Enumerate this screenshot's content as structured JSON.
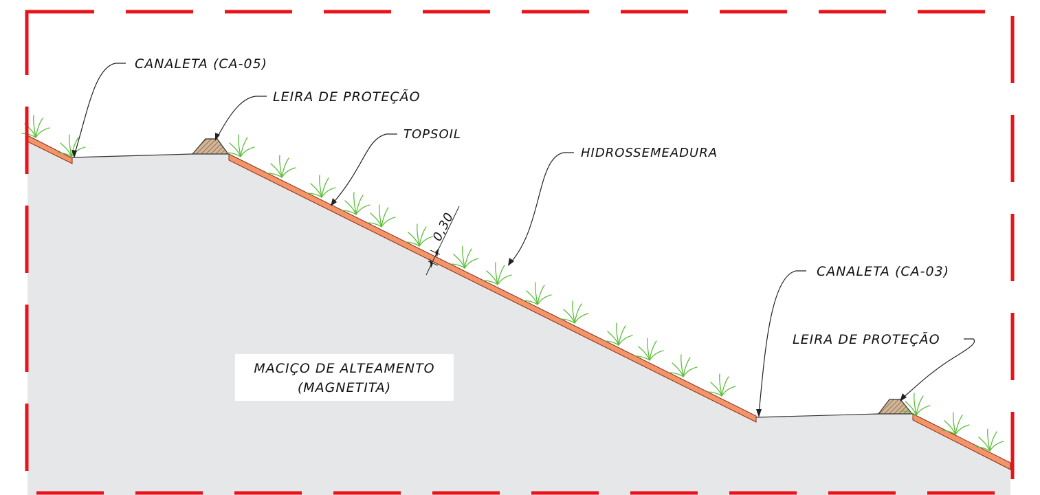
{
  "labels": {
    "canaleta_ca05": "CANALETA (CA-05)",
    "leira_top": "LEIRA DE PROTEÇÃO",
    "topsoil": "TOPSOIL",
    "hidrossemeadura": "HIDROSSEMEADURA",
    "dimension": "0,30",
    "canaleta_ca03": "CANALETA (CA-03)",
    "leira_bottom": "LEIRA DE PROTEÇÃO",
    "macico_line1": "MACIÇO DE ALTEAMENTO",
    "macico_line2": "(MAGNETITA)"
  },
  "colors": {
    "border": "#e8141b",
    "ground": "#e6e7e8",
    "topsoil": "#f3956b",
    "topsoil_stroke": "#8a2a10",
    "leira_fill": "#c9a98c",
    "grass": "#5bbf3a"
  }
}
